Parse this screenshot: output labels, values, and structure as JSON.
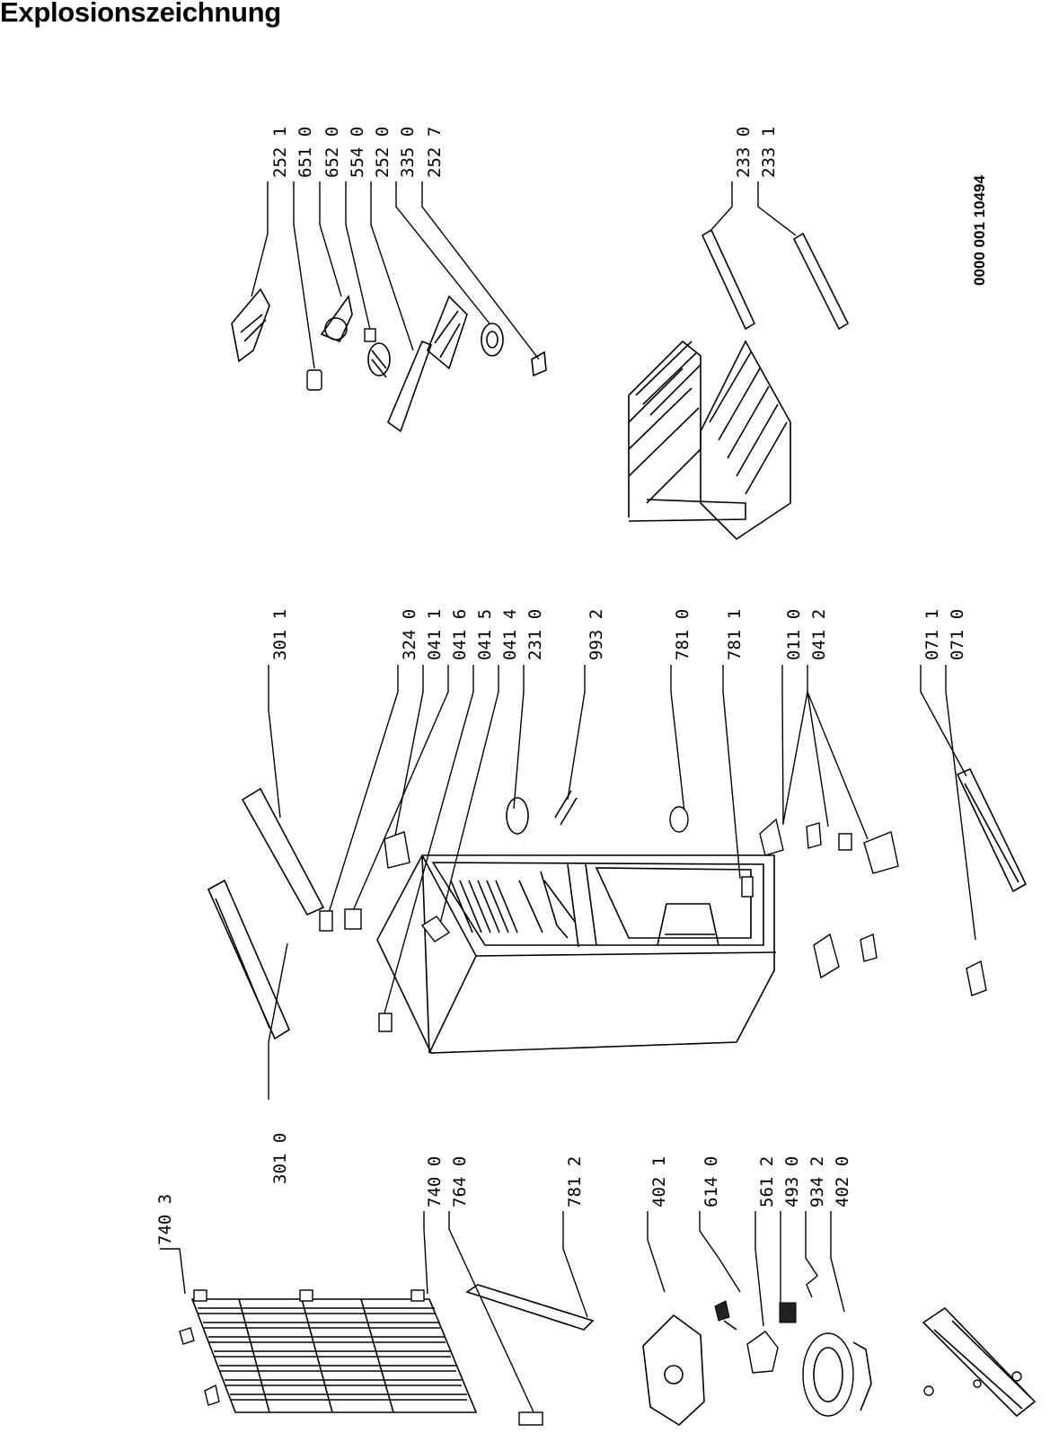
{
  "title": "Explosionszeichnung",
  "document_number": "0000 001 10494",
  "part_labels": {
    "top_right": [
      "252 1",
      "651 0",
      "652 0",
      "554 0",
      "252 0",
      "335 0",
      "252 7"
    ],
    "shelves": [
      "233 0",
      "233 1"
    ],
    "center": [
      "301 1",
      "324 0",
      "041 1",
      "041 6",
      "041 5",
      "041 4",
      "231 0",
      "993 2",
      "781 0",
      "781 1",
      "011 0",
      "041 2",
      "071 1",
      "071 0"
    ],
    "center_left": [
      "301 0"
    ],
    "left": [
      "740 3",
      "740 0",
      "764 0",
      "781 2",
      "402 1",
      "614 0",
      "561 2",
      "493 0",
      "934 2",
      "402 0"
    ]
  }
}
